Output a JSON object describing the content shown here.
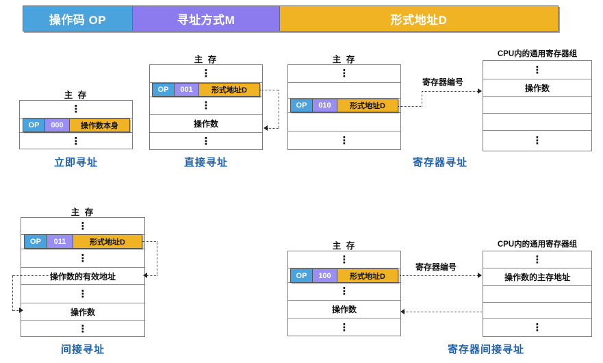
{
  "instruction_format": {
    "segments": [
      {
        "label": "操作码 OP",
        "color": "#4aa3dc"
      },
      {
        "label": "寻址方式M",
        "color": "#8c7bee"
      },
      {
        "label": "形式地址D",
        "color": "#f0b323"
      }
    ]
  },
  "common": {
    "memory_title": "主 存",
    "register_title": "CPU内的通用寄存器组",
    "operand": "操作数",
    "register_number": "寄存器编号",
    "op_field": "OP",
    "vertical_dots": "⋮"
  },
  "diagrams": [
    {
      "id": "immediate",
      "mode_label": "立即寻址",
      "table_title": "主 存",
      "mode_code": "000",
      "address_field": "操作数本身",
      "rows": [
        "⋮",
        "instruction",
        "⋮"
      ]
    },
    {
      "id": "direct",
      "mode_label": "直接寻址",
      "table_title": "主 存",
      "mode_code": "001",
      "address_field": "形式地址D",
      "operand_row": "操作数",
      "rows": [
        "⋮",
        "instruction",
        "⋮",
        "操作数",
        "⋮"
      ]
    },
    {
      "id": "register",
      "mode_label": "寄存器寻址",
      "table_title": "主 存",
      "register_title": "CPU内的通用寄存器组",
      "mode_code": "010",
      "address_field": "形式地址D",
      "edge_label": "寄存器编号",
      "memory_rows": [
        "⋮",
        "",
        "instruction",
        "",
        "⋮"
      ],
      "register_rows": [
        "⋮",
        "操作数",
        "",
        "",
        "⋮"
      ]
    },
    {
      "id": "indirect",
      "mode_label": "间接寻址",
      "table_title": "主 存",
      "mode_code": "011",
      "address_field": "形式地址D",
      "effective_address_row": "操作数的有效地址",
      "operand_row": "操作数",
      "rows": [
        "⋮",
        "instruction",
        "⋮",
        "操作数的有效地址",
        "⋮",
        "操作数",
        "⋮"
      ]
    },
    {
      "id": "register-indirect",
      "mode_label": "寄存器间接寻址",
      "table_title": "主 存",
      "register_title": "CPU内的通用寄存器组",
      "mode_code": "100",
      "address_field": "形式地址D",
      "edge_label": "寄存器编号",
      "operand_row": "操作数",
      "register_address_row": "操作数的主存地址",
      "memory_rows": [
        "⋮",
        "instruction",
        "⋮",
        "操作数",
        "⋮"
      ],
      "register_rows": [
        "⋮",
        "操作数的主存地址",
        "",
        "",
        "⋮"
      ]
    }
  ]
}
